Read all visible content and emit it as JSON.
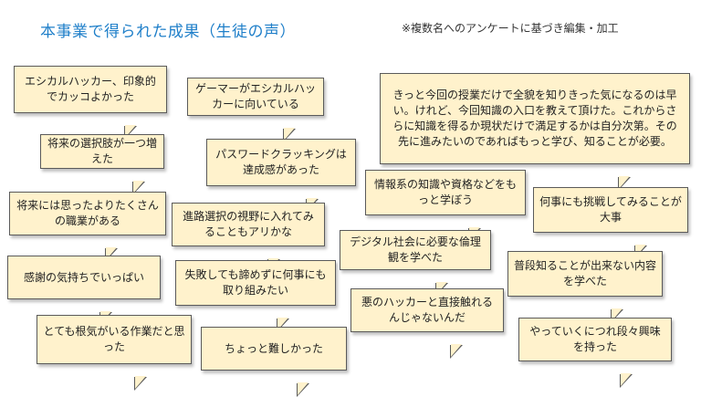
{
  "header": {
    "title": "本事業で得られた成果（生徒の声）",
    "note": "※複数名へのアンケートに基づき編集・加工"
  },
  "comments": [
    "エシカルハッカー、印象的でカッコよかった",
    "ゲーマーがエシカルハッカーに向いている",
    "きっと今回の授業だけで全貌を知りきった気になるのは早い。けれど、今回知識の入口を教えて頂けた。これからさらに知識を得るか現状だけで満足するかは自分次第。その先に進みたいのであればもっと学び、知ることが必要。",
    "将来の選択肢が一つ増えた",
    "パスワードクラッキングは達成感があった",
    "情報系の知識や資格などをもっと学ぼう",
    "何事にも挑戦してみることが大事",
    "将来には思ったよりたくさんの職業がある",
    "進路選択の視野に入れてみることもアリかな",
    "デジタル社会に必要な倫理観を学べた",
    "感謝の気持ちでいっぱい",
    "失敗しても諦めずに何事にも取り組みたい",
    "普段知ることが出来ない内容を学べた",
    "悪のハッカーと直接触れるんじゃないんだ",
    "とても根気がいる作業だと思った",
    "ちょっと難しかった",
    "やっていくにつれ段々興味を持った"
  ]
}
